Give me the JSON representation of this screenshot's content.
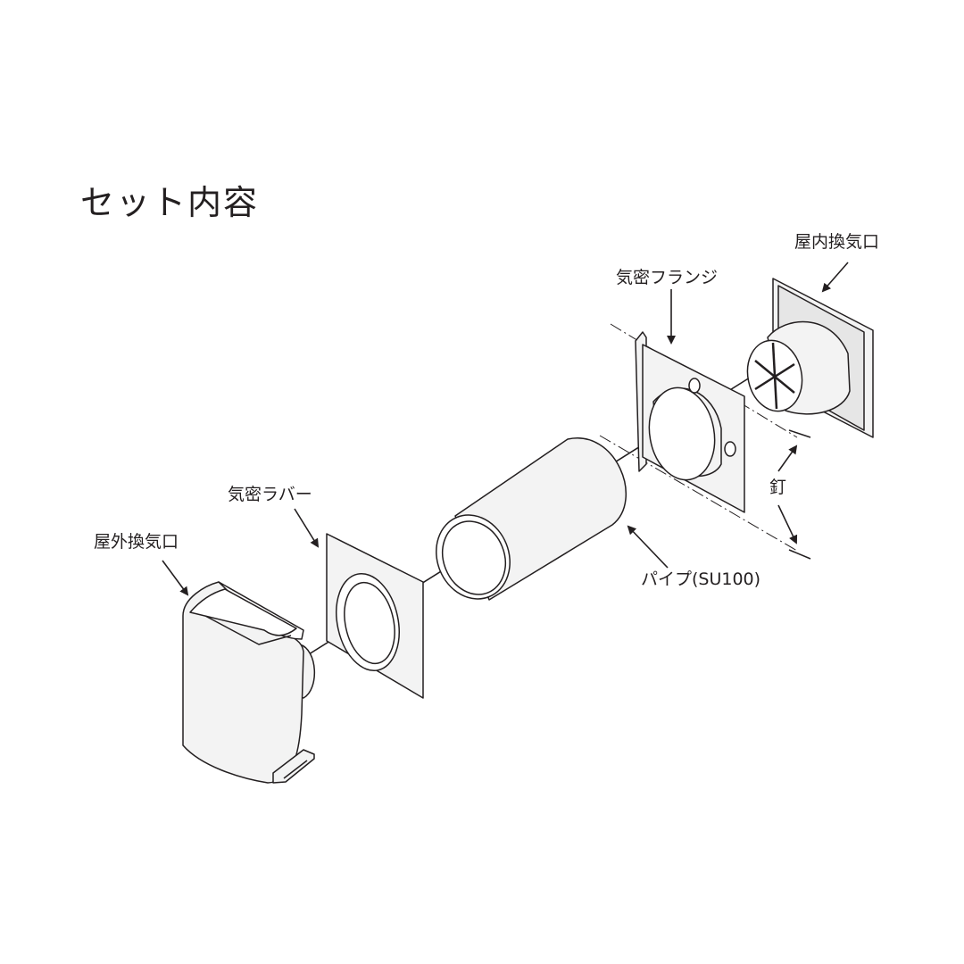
{
  "title": "セット内容",
  "parts": {
    "indoor_vent": "屋内換気口",
    "airtight_flange": "気密フランジ",
    "nail": "釘",
    "airtight_rubber": "気密ラバー",
    "outdoor_vent": "屋外換気口",
    "pipe": "パイプ(SU100)"
  },
  "colors": {
    "line": "#231f20",
    "fill": "#f3f3f3",
    "text": "#231f20"
  }
}
